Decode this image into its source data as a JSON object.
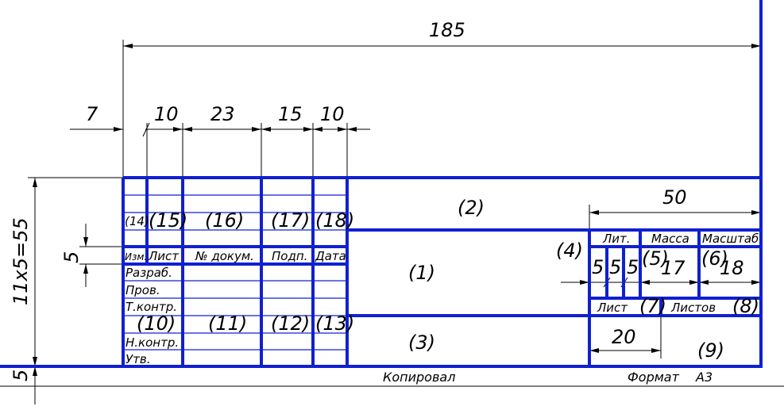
{
  "dimensions": {
    "overall": "185",
    "left_offset": "7",
    "col1": "10",
    "col2": "23",
    "col3": "15",
    "col4": "10",
    "right_width": "50",
    "row_height": "5",
    "total_height": "11x5=55",
    "bottom_margin": "5",
    "lit_cells": [
      "5",
      "5",
      "5"
    ],
    "mass_width": "17",
    "scale_width": "18",
    "sheet_width": "20"
  },
  "markers": {
    "m1": "(1)",
    "m2": "(2)",
    "m3": "(3)",
    "m4": "(4)",
    "m5": "(5)",
    "m6": "(6)",
    "m7": "(7)",
    "m8": "(8)",
    "m9": "(9)",
    "m10": "(10)",
    "m11": "(11)",
    "m12": "(12)",
    "m13": "(13)",
    "m14": "(14)",
    "m15": "(15)",
    "m16": "(16)",
    "m17": "(17)",
    "m18": "(18)"
  },
  "header_labels": {
    "izm": "Изм.",
    "list": "Лист",
    "ndokum": "№ докум.",
    "podp": "Подп.",
    "data": "Дата"
  },
  "role_labels": [
    "Разраб.",
    "Пров.",
    "Т.контр.",
    "Н.контр.",
    "Утв."
  ],
  "right_labels": {
    "lit": "Лит.",
    "massa": "Масса",
    "masshtab": "Масштаб",
    "list": "Лист",
    "listov": "Листов"
  },
  "footer": {
    "kopiroval": "Копировал",
    "format_label": "Формат",
    "format_value": "А3"
  }
}
